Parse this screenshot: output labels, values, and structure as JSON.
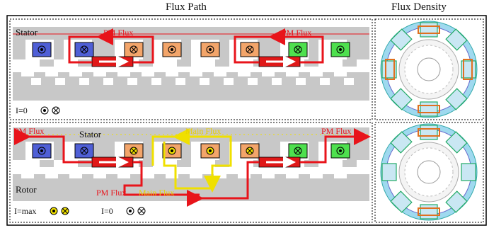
{
  "headers": {
    "flux_path": "Flux Path",
    "flux_density": "Flux Density"
  },
  "top_panel": {
    "stator": "Stator",
    "pm_flux_left": "PM Flux",
    "pm_flux_right": "PM Flux",
    "current_legend": "I=0"
  },
  "bottom_panel": {
    "stator": "Stator",
    "rotor": "Rotor",
    "pm_flux_left": "PM Flux",
    "pm_flux_right": "PM Flux",
    "pm_flux_bottom": "PM Flux",
    "main_flux_top": "Main Flux",
    "main_flux_bottom": "Main Flux",
    "current_legend_max": "I=max",
    "current_legend_zero": "I=0"
  },
  "colors": {
    "pm_flux": "#e8141b",
    "main_flux": "#f0e000",
    "iron": "#c8c8c8",
    "coil_blue": "#4f5fd6",
    "coil_orange": "#f3a56a",
    "coil_green": "#4ee04e",
    "magnet": "#e01818"
  }
}
